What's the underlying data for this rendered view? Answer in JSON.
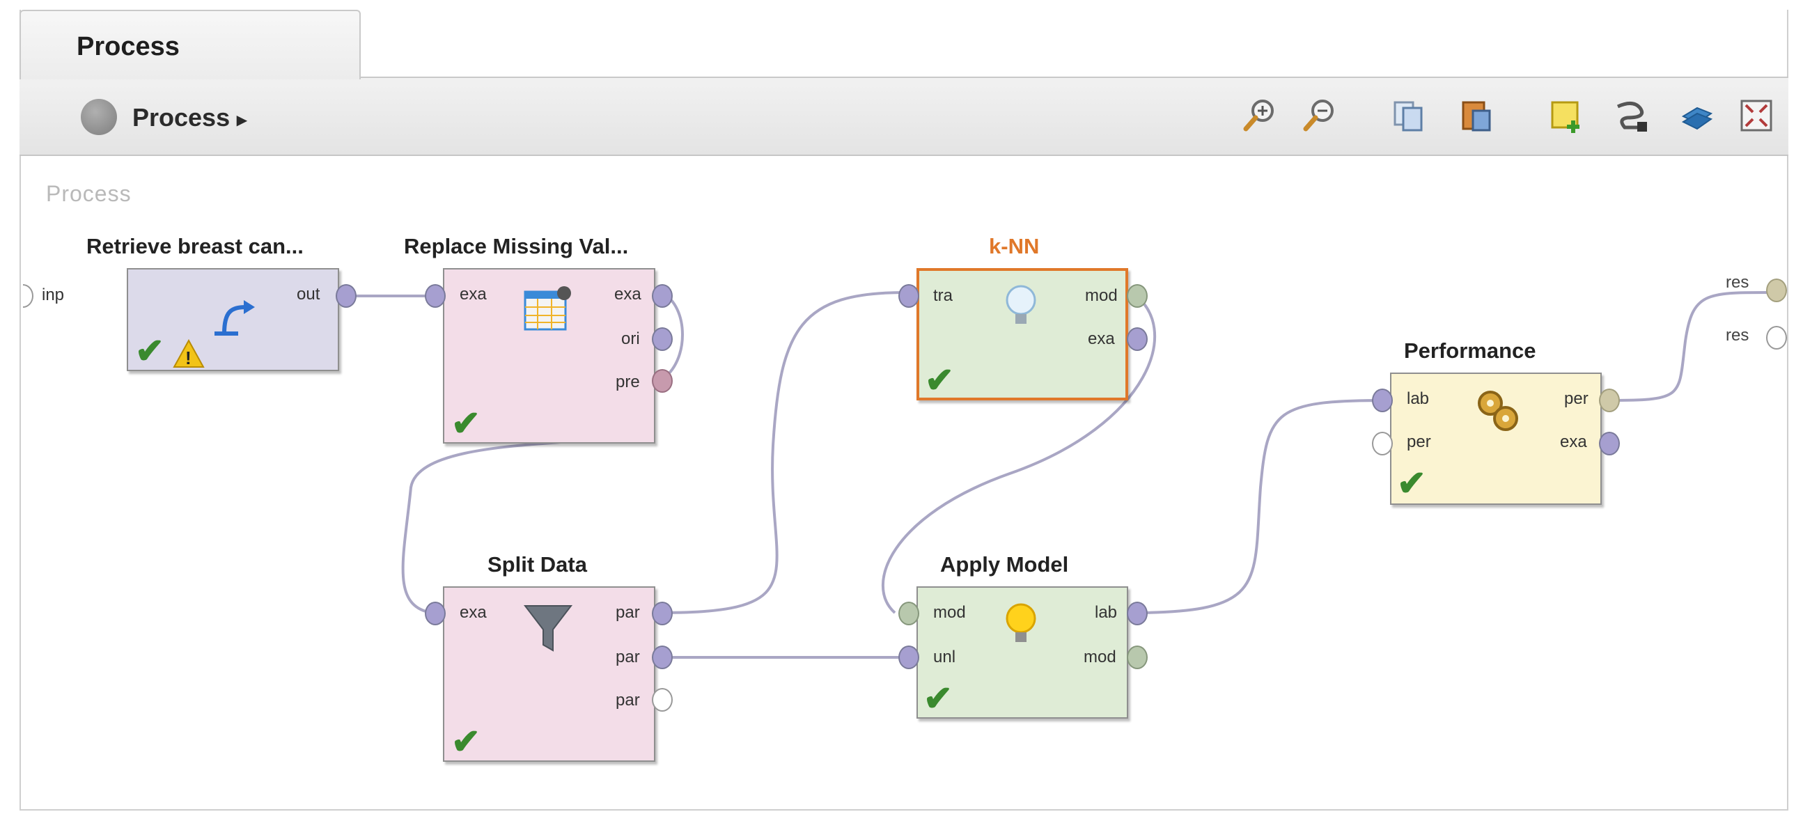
{
  "tab": {
    "label": "Process"
  },
  "toolbar": {
    "breadcrumb": "Process",
    "breadcrumb_arrow": "▸",
    "icons": [
      "zoom-in-icon",
      "zoom-out-icon",
      "copy-icon",
      "paste-icon",
      "add-note-icon",
      "auto-wire-icon",
      "layers-icon",
      "fit-view-icon"
    ]
  },
  "canvas": {
    "label": "Process",
    "input_port": "inp",
    "result_ports": [
      "res",
      "res"
    ]
  },
  "operators": {
    "retrieve": {
      "title": "Retrieve breast can...",
      "ports_out": [
        "out"
      ],
      "status": "✔",
      "warning": "!"
    },
    "replace": {
      "title": "Replace Missing Val...",
      "ports_in": [
        "exa"
      ],
      "ports_out": [
        "exa",
        "ori",
        "pre"
      ],
      "status": "✔"
    },
    "knn": {
      "title": "k-NN",
      "ports_in": [
        "tra"
      ],
      "ports_out": [
        "mod",
        "exa"
      ],
      "status": "✔"
    },
    "split": {
      "title": "Split Data",
      "ports_in": [
        "exa"
      ],
      "ports_out": [
        "par",
        "par",
        "par"
      ],
      "status": "✔"
    },
    "apply": {
      "title": "Apply Model",
      "ports_in": [
        "mod",
        "unl"
      ],
      "ports_out": [
        "lab",
        "mod"
      ],
      "status": "✔"
    },
    "performance": {
      "title": "Performance",
      "ports_in": [
        "lab",
        "per"
      ],
      "ports_out": [
        "per",
        "exa"
      ],
      "status": "✔"
    }
  },
  "colors": {
    "retrieve_bg": "#dcdaea",
    "transform_bg": "#f3dde8",
    "model_bg": "#dfecd6",
    "eval_bg": "#fbf4d2",
    "selected_border": "#e0782a",
    "wire": "#a9a6c4",
    "check": "#3a8a2e"
  }
}
